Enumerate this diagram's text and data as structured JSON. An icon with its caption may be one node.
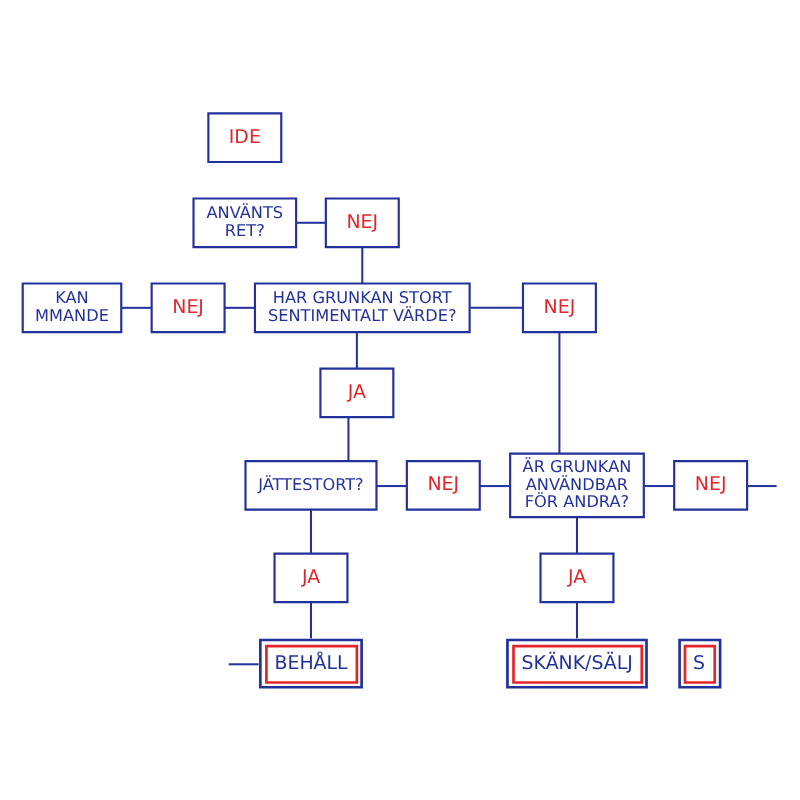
{
  "diagram": {
    "nodes": [
      {
        "text": [
          "IDE"
        ]
      },
      {
        "text": [
          "ANVÄNTS RET?"
        ]
      },
      {
        "text": [
          "NEJ"
        ]
      },
      {
        "text": [
          "KAN MMANDE"
        ]
      },
      {
        "text": [
          "NEJ"
        ]
      },
      {
        "text": [
          "HAR GRUNKAN STORT SENTIMENTALT VÄRDE?"
        ]
      },
      {
        "text": [
          "NEJ"
        ]
      },
      {
        "text": [
          "JA"
        ]
      },
      {
        "text": [
          "JÄTTESTORT?"
        ]
      },
      {
        "text": [
          "NEJ"
        ]
      },
      {
        "text": [
          "ÄR GRUNKAN ANVÄNDBAR FÖR ANDRA?"
        ]
      },
      {
        "text": [
          "NEJ"
        ]
      },
      {
        "text": [
          "JA"
        ]
      },
      {
        "text": [
          "JA"
        ]
      },
      {
        "text": [
          "BEHÅLL"
        ]
      },
      {
        "text": [
          "SKÄNK/SÄLJ"
        ]
      },
      {
        "text": [
          "S"
        ]
      }
    ],
    "edges": [
      {
        "from": 1,
        "to": 2,
        "arrow": "none"
      },
      {
        "from": 2,
        "to": 5,
        "arrow": "none"
      },
      {
        "from": 3,
        "to": 4,
        "arrow": "none"
      },
      {
        "from": 4,
        "to": 5,
        "arrow": "none"
      },
      {
        "from": 5,
        "to": 6,
        "arrow": "none"
      },
      {
        "from": 6,
        "to": 10,
        "arrow": "none"
      },
      {
        "from": 5,
        "to": 7,
        "arrow": "none"
      },
      {
        "from": 7,
        "to": 8,
        "arrow": "none"
      },
      {
        "from": 8,
        "to": 9,
        "arrow": "none"
      },
      {
        "from": 9,
        "to": 10,
        "arrow": "none"
      },
      {
        "from": 8,
        "to": 12,
        "arrow": "none"
      },
      {
        "from": 12,
        "to": 14,
        "arrow": "none"
      },
      {
        "from": 10,
        "to": 11,
        "arrow": "none"
      },
      {
        "from": 11,
        "to": null,
        "arrow": "none"
      },
      {
        "from": 10,
        "to": 13,
        "arrow": "none"
      },
      {
        "from": 13,
        "to": 15,
        "arrow": "none"
      },
      {
        "from": null,
        "to": 14,
        "arrow": "none"
      }
    ]
  }
}
